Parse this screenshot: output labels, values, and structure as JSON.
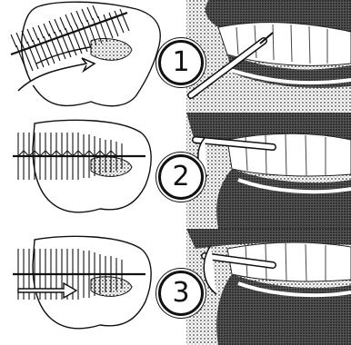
{
  "steps": [
    {
      "number": "1"
    },
    {
      "number": "2"
    },
    {
      "number": "3"
    }
  ],
  "colors": {
    "ink": "#111111",
    "paper": "#ffffff",
    "shade": "#9a9a9a"
  }
}
